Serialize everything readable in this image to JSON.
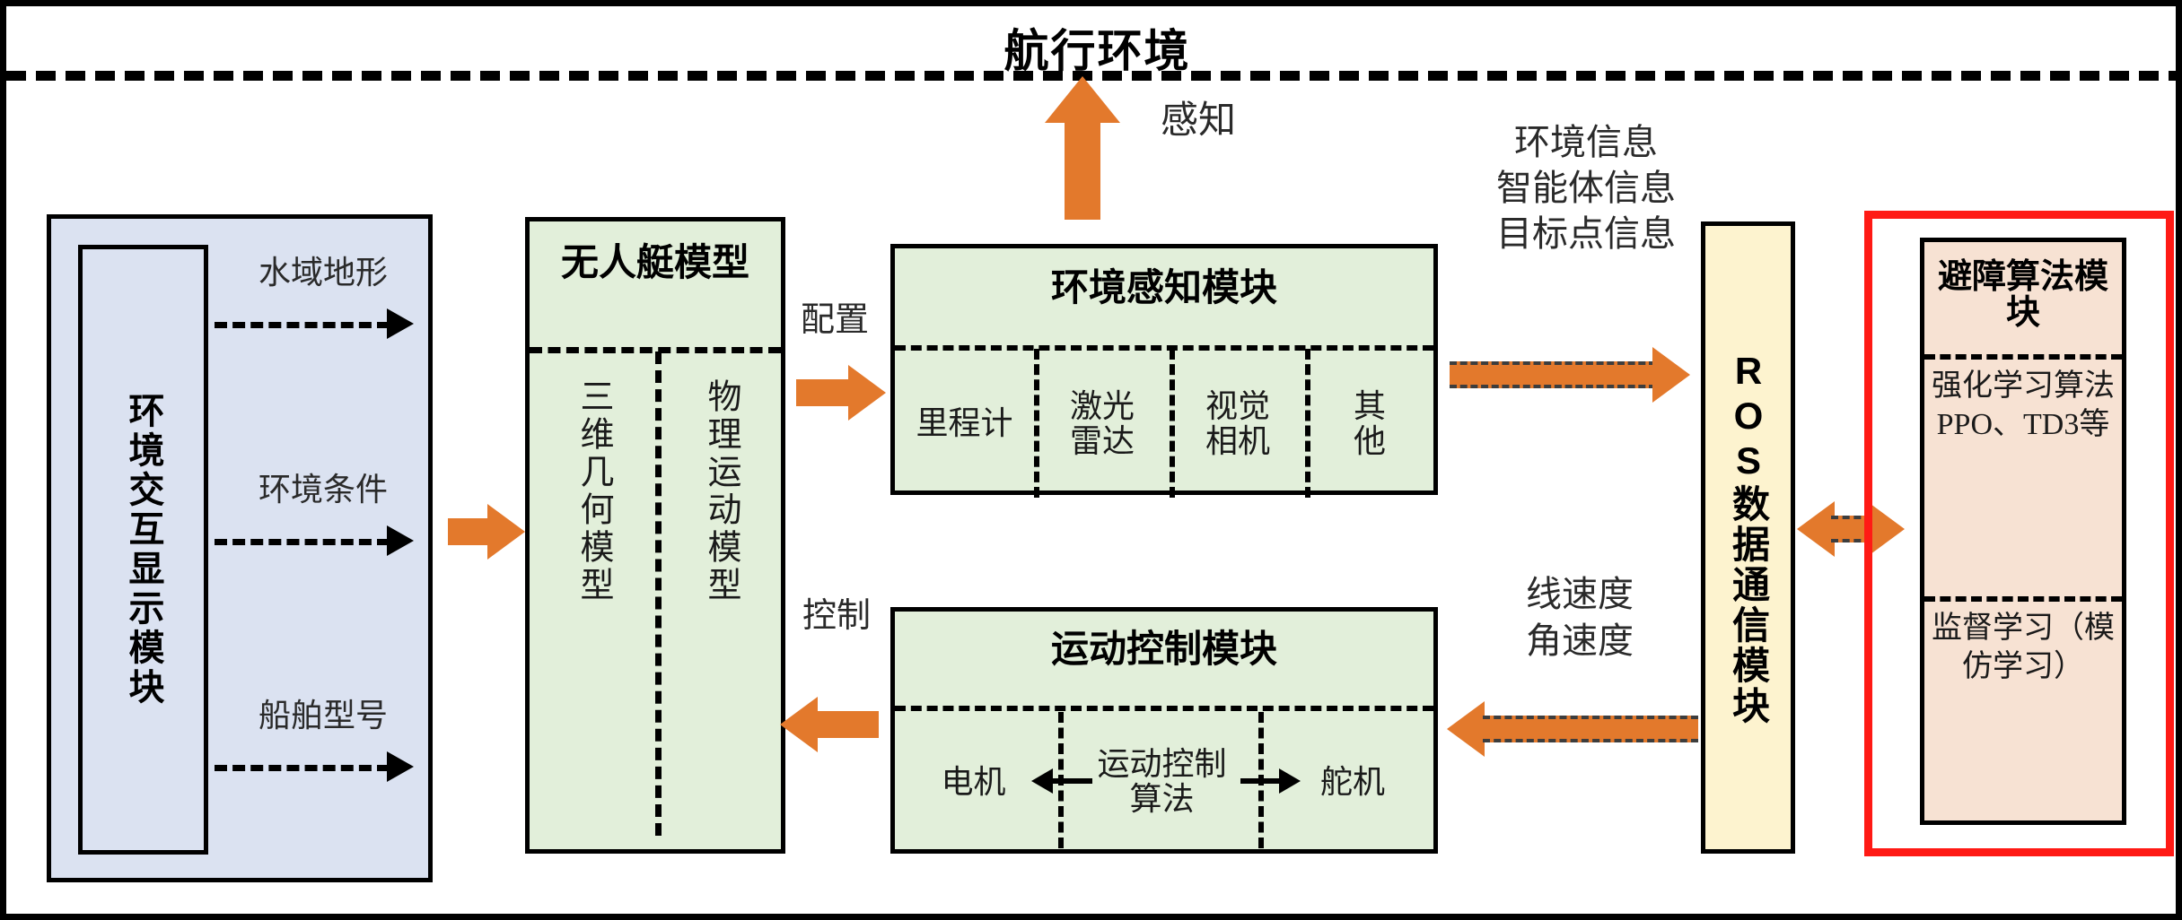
{
  "title": "航行环境",
  "colors": {
    "orange": "#e3792c",
    "red_outline": "#ff1a15",
    "blue_fill": "#dbe2f1",
    "green_fill": "#e2efda",
    "cream_fill": "#fdf3cf",
    "peach_fill": "#f7e2d3",
    "border": "#000000"
  },
  "left_panel": {
    "name": "环境交互显示模块",
    "outputs": [
      "水域地形",
      "环境条件",
      "船舶型号"
    ]
  },
  "usv_model": {
    "header": "无人艇模型",
    "columns": [
      "三维几何模型",
      "物理运动模型"
    ]
  },
  "perception_module": {
    "header": "环境感知模块",
    "sensors": [
      "里程计",
      "激光雷达",
      "视觉相机",
      "其他"
    ]
  },
  "motion_control_module": {
    "header": "运动控制模块",
    "left": "电机",
    "center": "运动控制算法",
    "right": "舵机"
  },
  "ros_module": {
    "name": "ROS数据通信模块"
  },
  "avoidance_module": {
    "header": "避障算法模块",
    "rl": "强化学习算法PPO、TD3等",
    "sl": "监督学习（模仿学习）"
  },
  "arrows": {
    "perception_up": "感知",
    "configure": "配置",
    "control": "控制",
    "env_info": "环境信息",
    "agent_info": "智能体信息",
    "goal_info": "目标点信息",
    "linear_velocity": "线速度",
    "angular_velocity": "角速度"
  }
}
